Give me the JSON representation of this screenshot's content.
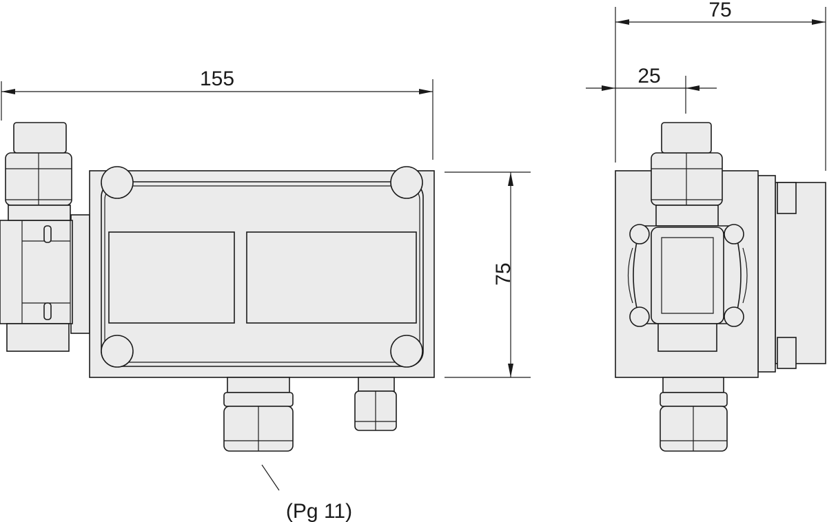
{
  "dimensions": {
    "front_width": "155",
    "front_height": "75",
    "side_width": "75",
    "side_offset": "25"
  },
  "labels": {
    "cable_gland": "(Pg 11)"
  },
  "colors": {
    "line": "#1a1a1a",
    "fill": "#ebebeb"
  }
}
